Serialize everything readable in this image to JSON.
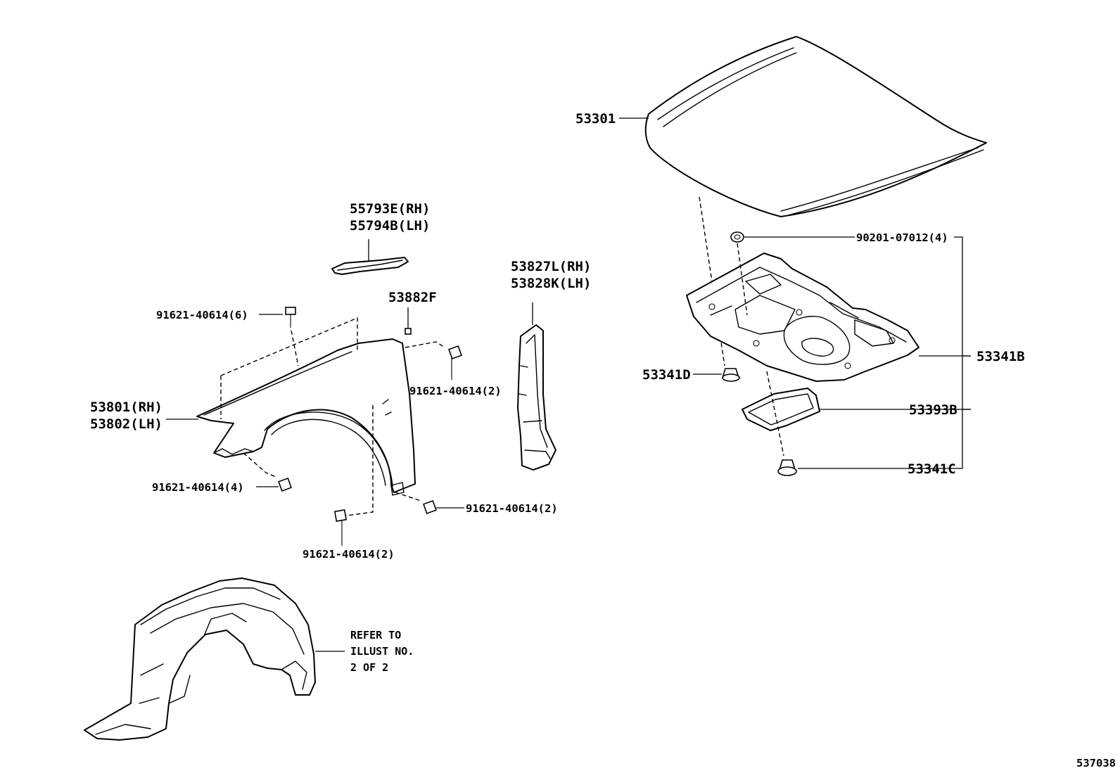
{
  "diagram_id": "537038",
  "labels": {
    "hood": "53301",
    "hood_insulator_clip": "90201-07012(4)",
    "hood_insulator": "53341B",
    "insulator_retainer_d": "53341D",
    "insulator_pad": "53393B",
    "insulator_retainer_c": "53341C",
    "seal_rh": "55793E(RH)",
    "seal_lh": "55794B(LH)",
    "bracket_rh": "53827L(RH)",
    "bracket_lh": "53828K(LH)",
    "fender_clip": "53882F",
    "fender_rh": "53801(RH)",
    "fender_lh": "53802(LH)",
    "bolt_top": "91621-40614(6)",
    "bolt_right_upper": "91621-40614(2)",
    "bolt_left_lower": "91621-40614(4)",
    "bolt_rear_lower": "91621-40614(2)",
    "bolt_bottom": "91621-40614(2)"
  },
  "note": {
    "line1": "REFER TO",
    "line2": "ILLUST NO.",
    "line3": "2 OF 2"
  }
}
